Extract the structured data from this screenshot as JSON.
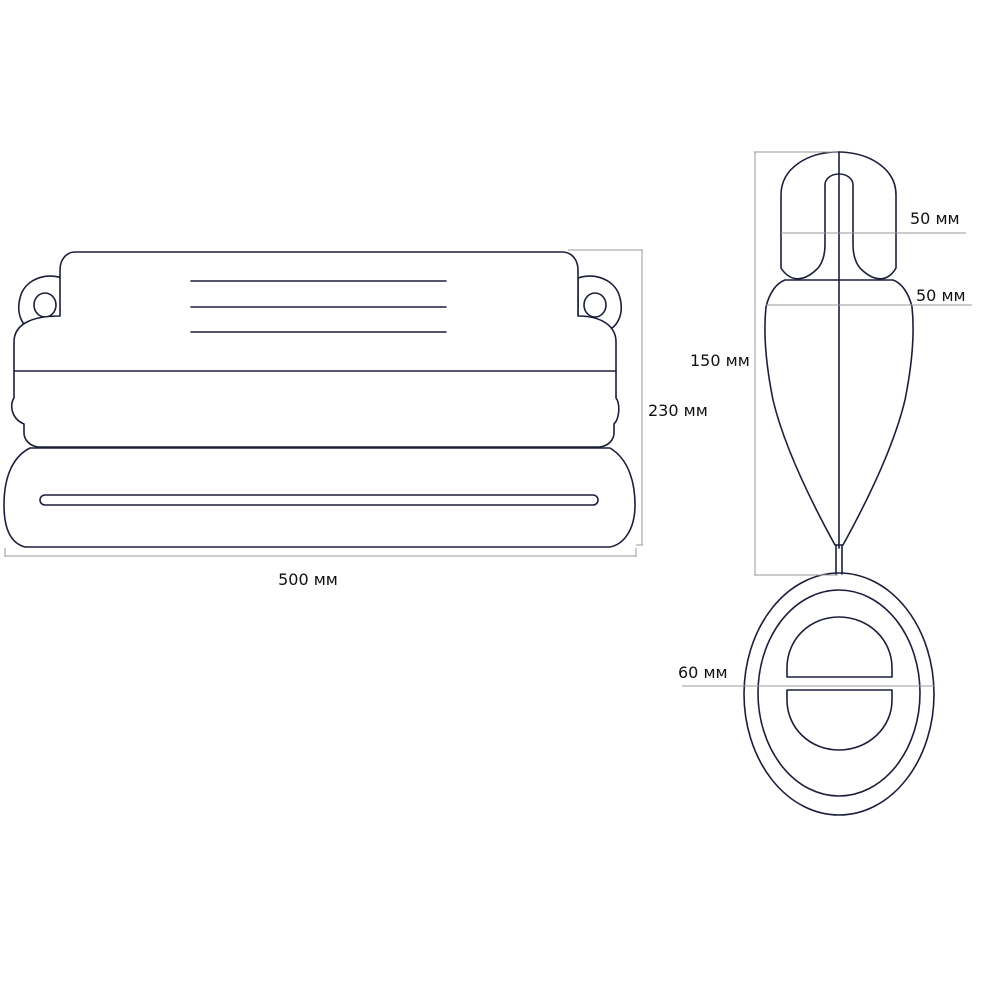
{
  "colors": {
    "outline": "#1c1f3a",
    "dimension_line": "#9a9a9a",
    "background": "#ffffff"
  },
  "dimensions": {
    "width": "500 мм",
    "height": "230 мм",
    "side_length": "150 мм",
    "top_width": "50 мм",
    "middle_width": "50 мм",
    "end_diameter": "60 мм"
  }
}
